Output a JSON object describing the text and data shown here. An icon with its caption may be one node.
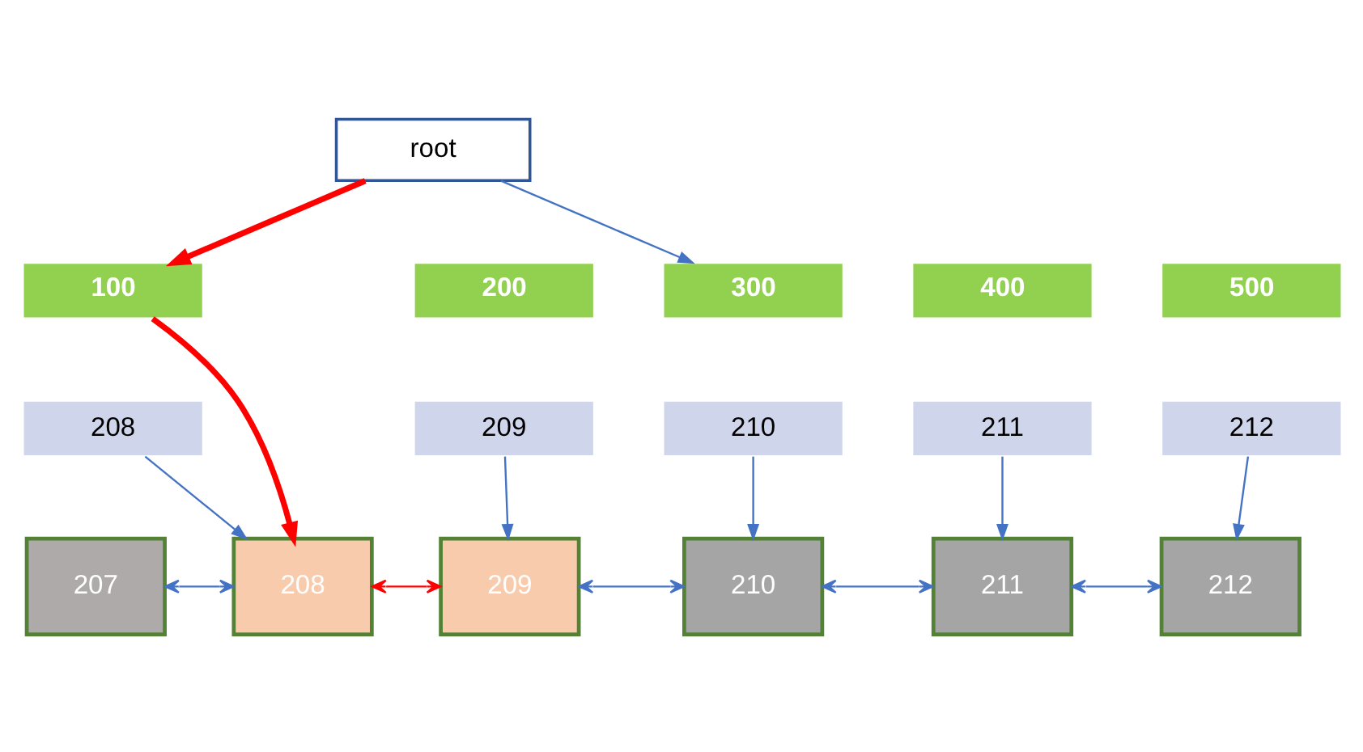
{
  "diagram": {
    "nodes": [
      {
        "text": [
          "root"
        ]
      },
      {
        "text": [
          "100"
        ]
      },
      {
        "text": [
          "200"
        ]
      },
      {
        "text": [
          "300"
        ]
      },
      {
        "text": [
          "400"
        ]
      },
      {
        "text": [
          "500"
        ]
      },
      {
        "text": [
          "208"
        ]
      },
      {
        "text": [
          "209"
        ]
      },
      {
        "text": [
          "210"
        ]
      },
      {
        "text": [
          "211"
        ]
      },
      {
        "text": [
          "212"
        ]
      },
      {
        "text": [
          "207"
        ]
      },
      {
        "text": [
          "208"
        ]
      },
      {
        "text": [
          "209"
        ]
      },
      {
        "text": [
          "210"
        ]
      },
      {
        "text": [
          "211"
        ]
      },
      {
        "text": [
          "212"
        ]
      }
    ],
    "edges": [
      {
        "from": 0,
        "to": 3,
        "arrow": "to"
      },
      {
        "from": 0,
        "to": 1,
        "arrow": "to",
        "style": "thick",
        "color": "#ff0000"
      },
      {
        "from": 1,
        "to": 12,
        "arrow": "to",
        "style": "thick",
        "color": "#ff0000"
      },
      {
        "from": 6,
        "to": 12,
        "arrow": "to"
      },
      {
        "from": 7,
        "to": 13,
        "arrow": "to"
      },
      {
        "from": 8,
        "to": 14,
        "arrow": "to"
      },
      {
        "from": 9,
        "to": 15,
        "arrow": "to"
      },
      {
        "from": 10,
        "to": 16,
        "arrow": "to"
      },
      {
        "from": 11,
        "to": 12,
        "arrow": "both"
      },
      {
        "from": 12,
        "to": 13,
        "arrow": "both",
        "color": "#ff0000"
      },
      {
        "from": 13,
        "to": 14,
        "arrow": "both"
      },
      {
        "from": 14,
        "to": 15,
        "arrow": "both"
      },
      {
        "from": 15,
        "to": 16,
        "arrow": "both"
      }
    ]
  }
}
